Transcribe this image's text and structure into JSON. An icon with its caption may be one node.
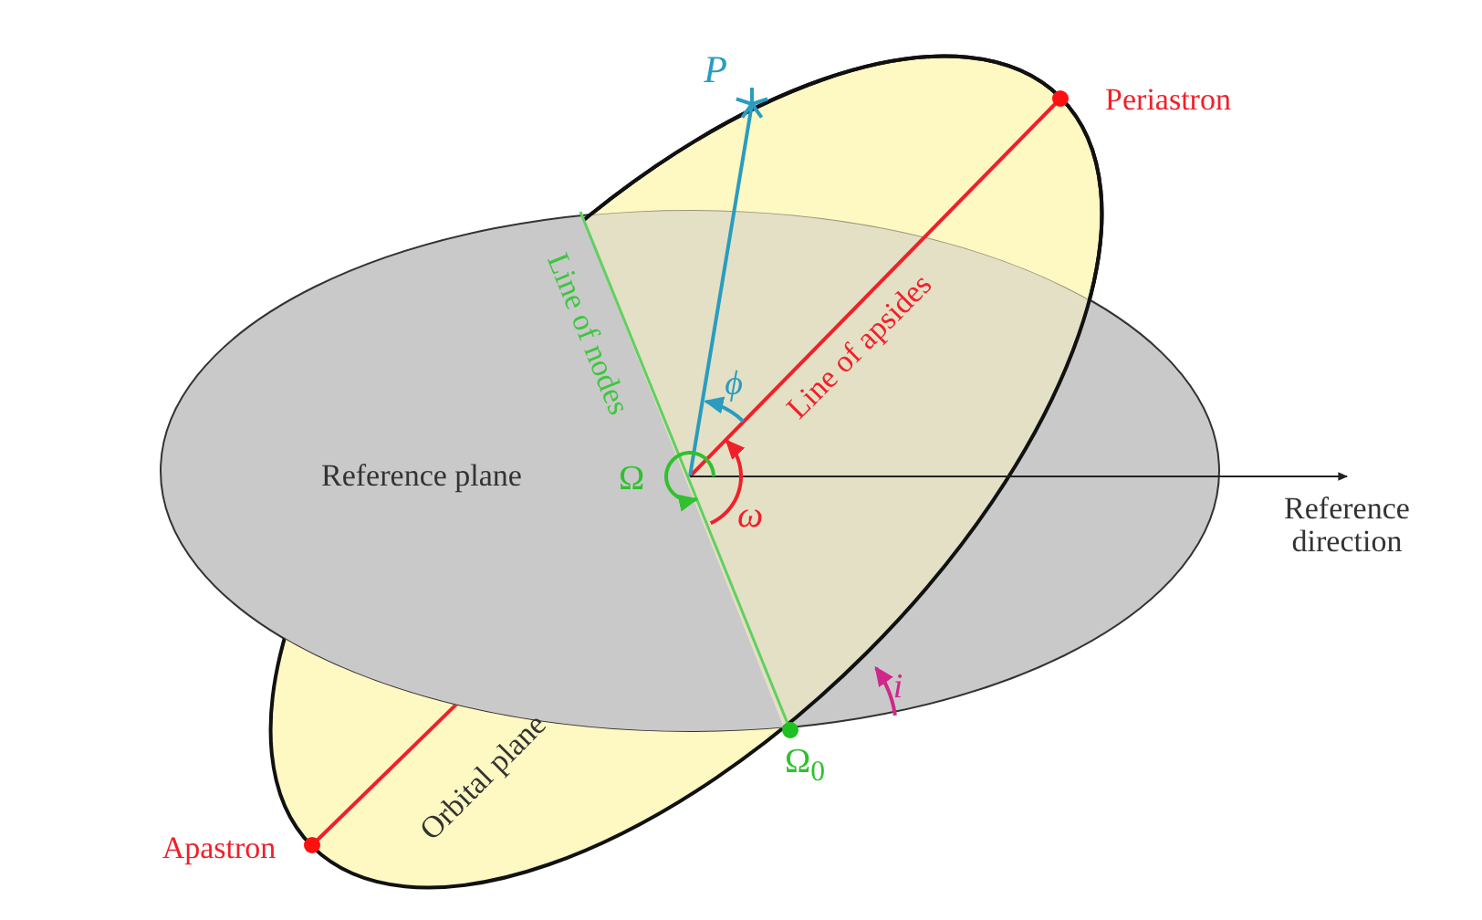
{
  "diagram": {
    "nodes": [
      {
        "text": [
          "Reference plane"
        ]
      },
      {
        "text": [
          "Orbital plane"
        ]
      }
    ],
    "labels": [
      "P",
      "Periastron",
      "Line of nodes",
      "Line of apsides",
      "ϕ",
      "Ω",
      "ω",
      "i",
      "Reference direction",
      "Ω$_{0}$",
      "Apastron"
    ]
  }
}
